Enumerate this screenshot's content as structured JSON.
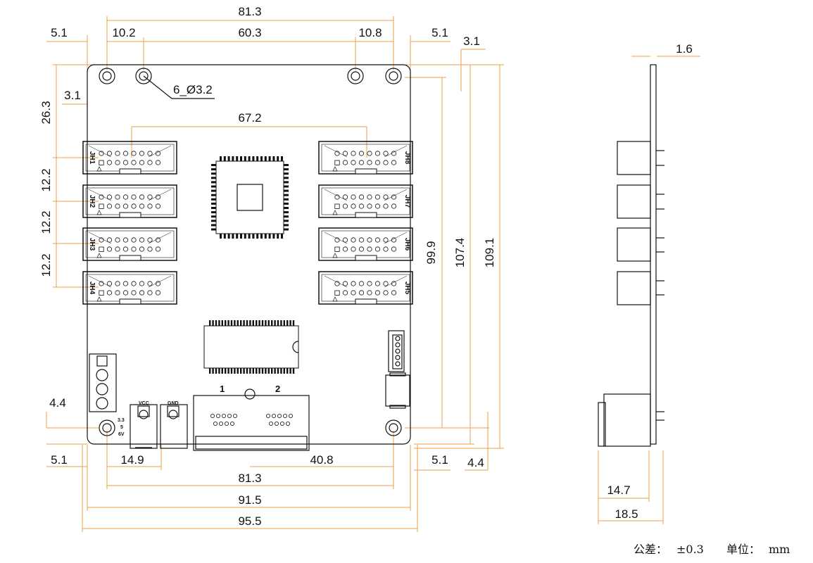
{
  "colors": {
    "dimension_line": "#E8A24A",
    "outline": "#111111",
    "background": "#ffffff"
  },
  "top_dims": {
    "overall": "81.3",
    "left_edge": "5.1",
    "left_pitch": "10.2",
    "middle": "60.3",
    "right_pitch": "10.8",
    "right_edge": "5.1",
    "right_hole": "3.1"
  },
  "hole_callout": "6_Ø3.2",
  "left_dims": {
    "top_hole": "3.1",
    "first_header": "26.3",
    "pitch_1": "12.2",
    "pitch_2": "12.2",
    "pitch_3": "12.2",
    "bottom_hole": "4.4",
    "bottom_edge": "5.1"
  },
  "header_spacing": "67.2",
  "right_dims": {
    "inner": "99.9",
    "middle": "107.4",
    "outer": "109.1",
    "bottom_edge": "5.1",
    "bottom_hole": "4.4"
  },
  "bottom_dims": {
    "jack": "14.9",
    "conn": "40.8",
    "holes": "81.3",
    "inner": "91.5",
    "overall": "95.5"
  },
  "side_dims": {
    "thickness": "1.6",
    "conn_depth": "14.7",
    "total_depth": "18.5"
  },
  "connectors": {
    "left_headers": [
      "JH1",
      "JH2",
      "JH3",
      "JH4"
    ],
    "right_headers": [
      "JH8",
      "JH7",
      "JH6",
      "JH5"
    ],
    "power_labels": {
      "vcc": "VCC",
      "gnd": "GND",
      "volt_a": "3.3",
      "volt_b": "5",
      "volt_c": "6V"
    },
    "port_labels": [
      "1",
      "2"
    ]
  },
  "footer": {
    "tolerance_label": "公差：",
    "tolerance_value": "±0.3",
    "unit_label": "单位：",
    "unit_value": "mm"
  }
}
